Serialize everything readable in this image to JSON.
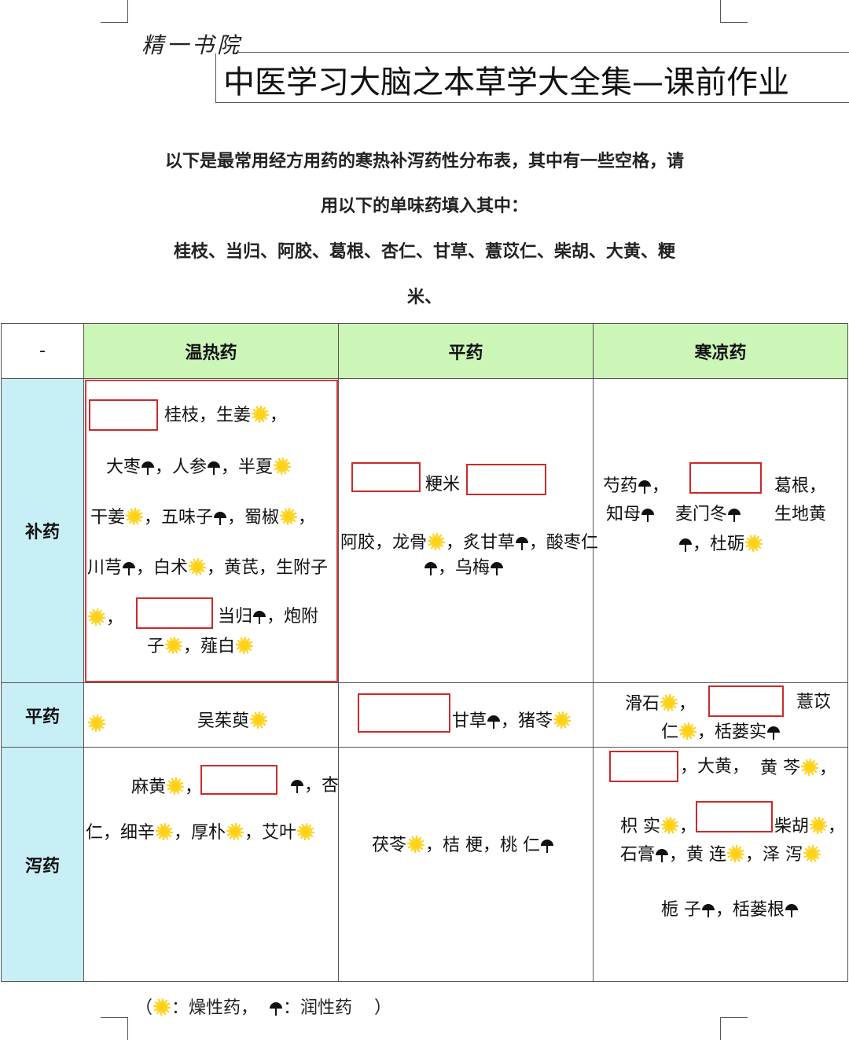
{
  "brand": "精一书院",
  "title": "中医学习大脑之本草学大全集—课前作业",
  "intro": {
    "line1": "以下是最常用经方用药的寒热补泻药性分布表，其中有一些空格，请",
    "line2": "用以下的单味药填入其中：",
    "line3": "桂枝、当归、阿胶、葛根、杏仁、甘草、薏苡仁、柴胡、大黄、粳",
    "line4": "米、"
  },
  "table": {
    "corner": "-",
    "col_headers": [
      "温热药",
      "平药",
      "寒凉药"
    ],
    "row_headers": [
      "补药",
      "平药",
      "泻药"
    ],
    "r1c1": {
      "a": "桂枝，生姜",
      "b": "，",
      "c": "大枣",
      "d": "，人参",
      "e": "，半夏",
      "f": "干姜",
      "g": "，五味子",
      "h": "，蜀椒",
      "i": "，",
      "j": "川芎",
      "k": "，白术",
      "l": "，黄芪，生附子",
      "m": "，",
      "n": "当归",
      "o": "，炮附",
      "p": "子",
      "q": "，薤白"
    },
    "r1c2": {
      "a": "粳米",
      "b": "阿胶，龙骨",
      "c": "，炙甘草",
      "d": "，酸枣仁",
      "e": "，乌梅"
    },
    "r1c3": {
      "a": "芍药",
      "b": "，",
      "c": "葛根，",
      "d": "知母",
      "e": "麦门冬",
      "f": "生地黄",
      "g": "，杜砺"
    },
    "r2c1": {
      "a": "吴茱萸"
    },
    "r2c2": {
      "a": "甘草",
      "b": "，猪苓"
    },
    "r2c3": {
      "a": "滑石",
      "b": "，",
      "c": "薏苡",
      "d": "仁",
      "e": "，栝蒌实"
    },
    "r3c1": {
      "a": "麻黄",
      "b": "，",
      "c": "，杏",
      "d": "仁，细辛",
      "e": "，厚朴",
      "f": "，艾叶"
    },
    "r3c2": {
      "a": "茯苓",
      "b": "，桔 梗，桃 仁"
    },
    "r3c3": {
      "a": "，大黄，",
      "b": "黄 芩",
      "c": "，",
      "d": "枳 实",
      "e": "，",
      "f": "柴胡",
      "g": "，",
      "h": "石膏",
      "i": "，黄 连",
      "j": "，泽 泻",
      "k": "栀 子",
      "l": "，栝蒌根"
    }
  },
  "legend": {
    "open": "（",
    "dry": "：燥性药，",
    "moist": "：润性药",
    "close": "）"
  },
  "icons": {
    "sun": "sun-icon",
    "umbrella": "umbrella-icon"
  }
}
